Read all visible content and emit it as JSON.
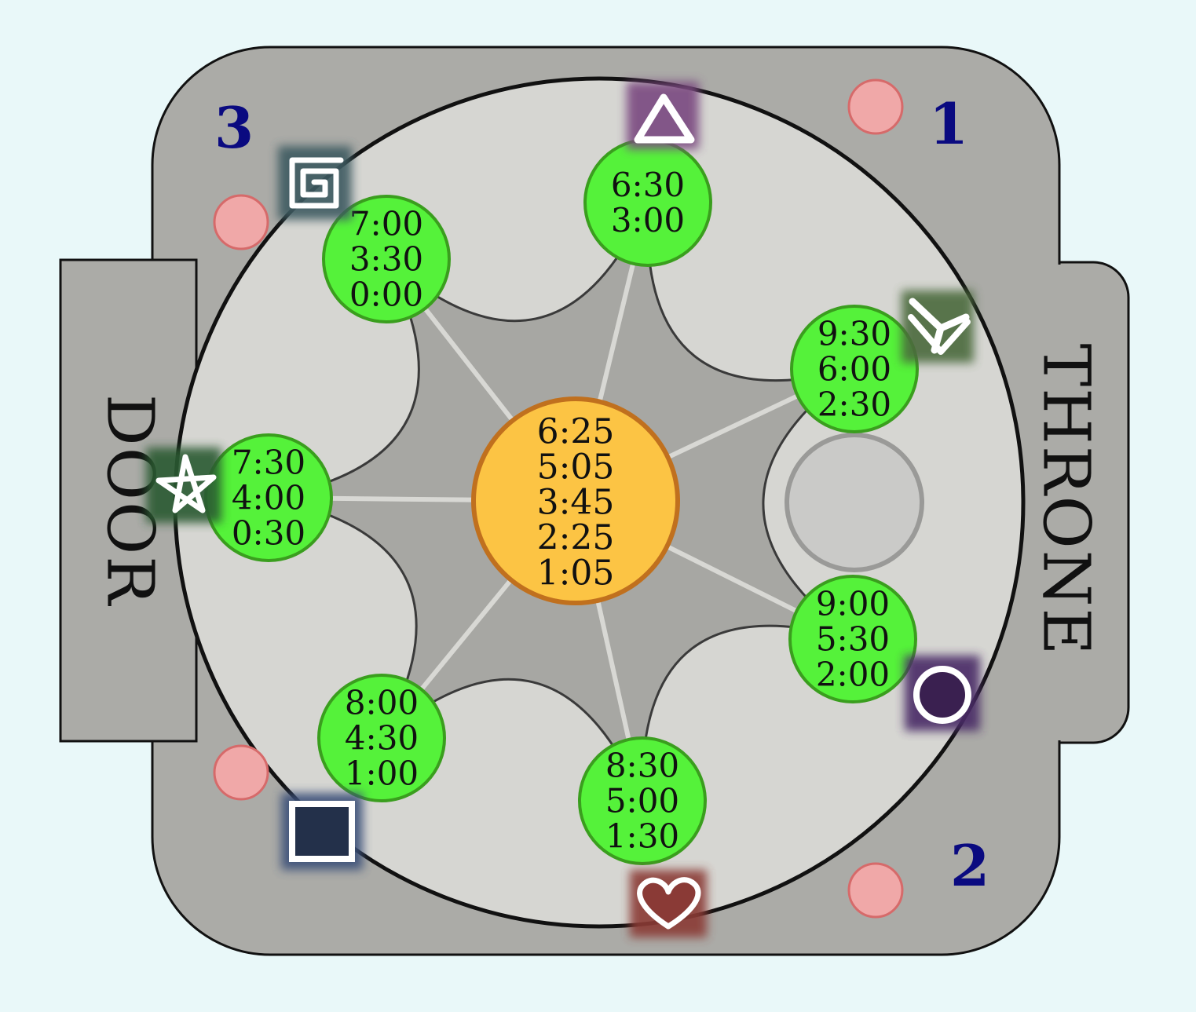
{
  "labels": {
    "door": "DOOR",
    "throne": "THRONE"
  },
  "corners": [
    {
      "id": "corner-1",
      "text": "1"
    },
    {
      "id": "corner-2",
      "text": "2"
    },
    {
      "id": "corner-3",
      "text": "3"
    }
  ],
  "center": {
    "lines": [
      "6:25",
      "5:05",
      "3:45",
      "2:25",
      "1:05"
    ]
  },
  "nodes": [
    {
      "id": "node-triangle",
      "lines": [
        "6:30",
        "3:00"
      ],
      "symbol": "triangle-icon"
    },
    {
      "id": "node-arrow",
      "lines": [
        "9:30",
        "6:00",
        "2:30"
      ],
      "symbol": "arrow-down-icon"
    },
    {
      "id": "node-circle",
      "lines": [
        "9:00",
        "5:30",
        "2:00"
      ],
      "symbol": "circle-icon"
    },
    {
      "id": "node-heart",
      "lines": [
        "8:30",
        "5:00",
        "1:30"
      ],
      "symbol": "heart-icon"
    },
    {
      "id": "node-square",
      "lines": [
        "8:00",
        "4:30",
        "1:00"
      ],
      "symbol": "square-icon"
    },
    {
      "id": "node-star",
      "lines": [
        "7:30",
        "4:00",
        "0:30"
      ],
      "symbol": "star-icon"
    },
    {
      "id": "node-spiral",
      "lines": [
        "7:00",
        "3:30",
        "0:00"
      ],
      "symbol": "spiral-icon"
    }
  ],
  "colors": {
    "background": "#e9f8f9",
    "room": "#ababa7",
    "floor": "#d6d6d2",
    "star_area": "#a7a7a3",
    "node_fill": "#55f23a",
    "node_stroke": "#3a9e1e",
    "center_fill": "#fcc444",
    "center_stroke": "#c0701e",
    "marker_fill": "#f0a8a8",
    "marker_stroke": "#d66a6a",
    "corner_number": "#0a0a80"
  }
}
